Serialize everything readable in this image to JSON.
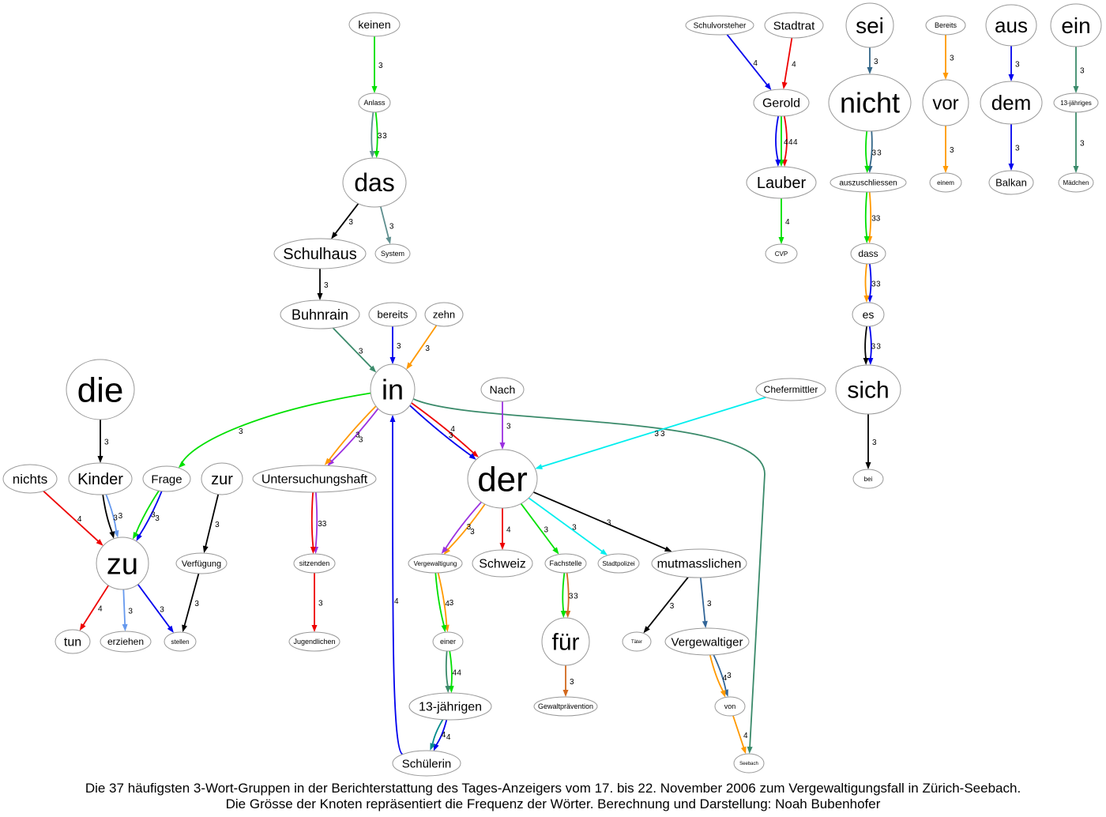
{
  "caption": {
    "line1": "Die 37 häufigsten 3-Wort-Gruppen in der Berichterstattung des Tages-Anzeigers vom 17. bis 22. November 2006 zum Vergewaltigungsfall in Zürich-Seebach.",
    "line2": "Die Grösse der Knoten repräsentiert die Frequenz der Wörter. Berechnung und Darstellung: Noah Bubenhofer"
  },
  "colors": {
    "node_stroke": "#999999",
    "text": "#000000"
  },
  "nodes": [
    "keinen",
    "Anlass",
    "das",
    "Schulhaus",
    "System",
    "Buhnrain",
    "bereits",
    "zehn",
    "in",
    "Nach",
    "Chefermittler",
    "die",
    "Kinder",
    "nichts",
    "Frage",
    "zur",
    "Untersuchungshaft",
    "der",
    "zu",
    "Verfügung",
    "tun",
    "erziehen",
    "stellen",
    "sitzenden",
    "Jugendlichen",
    "Vergewaltigung",
    "Schweiz",
    "Fachstelle",
    "Stadtpolizei",
    "mutmasslichen",
    "einer",
    "für",
    "Täter",
    "Vergewaltiger",
    "13-jährigen",
    "Gewaltprävention",
    "von",
    "Schülerin",
    "Seebach",
    "Schulvorsteher",
    "Stadtrat",
    "Gerold",
    "Lauber",
    "CVP",
    "sei",
    "nicht",
    "auszuschliessen",
    "dass",
    "es",
    "sich",
    "bei",
    "Bereits",
    "vor",
    "einem",
    "aus",
    "dem",
    "Balkan",
    "ein",
    "13-jähriges",
    "Mädchen"
  ],
  "edges": [
    {
      "from": "keinen",
      "to": "Anlass",
      "weight": "3",
      "color": "#00e000"
    },
    {
      "from": "Anlass",
      "to": "das",
      "weight": "3",
      "color": "#00e000"
    },
    {
      "from": "Anlass",
      "to": "das",
      "weight": "3",
      "color": "#5f8f8f"
    },
    {
      "from": "das",
      "to": "Schulhaus",
      "weight": "3",
      "color": "#000000"
    },
    {
      "from": "das",
      "to": "System",
      "weight": "3",
      "color": "#5f8f8f"
    },
    {
      "from": "Schulhaus",
      "to": "Buhnrain",
      "weight": "3",
      "color": "#000000"
    },
    {
      "from": "Buhnrain",
      "to": "in",
      "weight": "3",
      "color": "#3a8a6a"
    },
    {
      "from": "bereits",
      "to": "in",
      "weight": "3",
      "color": "#0000ee"
    },
    {
      "from": "zehn",
      "to": "in",
      "weight": "3",
      "color": "#ff9900"
    },
    {
      "from": "in",
      "to": "Frage",
      "weight": "3",
      "color": "#00e000"
    },
    {
      "from": "in",
      "to": "Untersuchungshaft",
      "weight": "3",
      "color": "#9b30e0"
    },
    {
      "from": "in",
      "to": "Untersuchungshaft",
      "weight": "3",
      "color": "#ff9900"
    },
    {
      "from": "in",
      "to": "der",
      "weight": "4",
      "color": "#ee0000"
    },
    {
      "from": "in",
      "to": "der",
      "weight": "3",
      "color": "#0000ee"
    },
    {
      "from": "in",
      "to": "Seebach",
      "weight": "3",
      "color": "#3a8a6a"
    },
    {
      "from": "Schülerin",
      "to": "in",
      "weight": "4",
      "color": "#0000ee"
    },
    {
      "from": "Nach",
      "to": "der",
      "weight": "3",
      "color": "#9b30e0"
    },
    {
      "from": "Chefermittler",
      "to": "der",
      "weight": "3",
      "color": "#00eeee"
    },
    {
      "from": "die",
      "to": "Kinder",
      "weight": "3",
      "color": "#000000"
    },
    {
      "from": "nichts",
      "to": "zu",
      "weight": "4",
      "color": "#ee0000"
    },
    {
      "from": "Kinder",
      "to": "zu",
      "weight": "3",
      "color": "#6699ee"
    },
    {
      "from": "Kinder",
      "to": "zu",
      "weight": "3",
      "color": "#000000"
    },
    {
      "from": "Frage",
      "to": "zu",
      "weight": "3",
      "color": "#0000ee"
    },
    {
      "from": "Frage",
      "to": "zu",
      "weight": "3",
      "color": "#00e000"
    },
    {
      "from": "zur",
      "to": "Verfügung",
      "weight": "3",
      "color": "#000000"
    },
    {
      "from": "Verfügung",
      "to": "stellen",
      "weight": "3",
      "color": "#000000"
    },
    {
      "from": "zu",
      "to": "tun",
      "weight": "4",
      "color": "#ee0000"
    },
    {
      "from": "zu",
      "to": "erziehen",
      "weight": "3",
      "color": "#6699ee"
    },
    {
      "from": "zu",
      "to": "stellen",
      "weight": "3",
      "color": "#0000ee"
    },
    {
      "from": "Untersuchungshaft",
      "to": "sitzenden",
      "weight": "3",
      "color": "#9b30e0"
    },
    {
      "from": "Untersuchungshaft",
      "to": "sitzenden",
      "weight": "3",
      "color": "#ee0000"
    },
    {
      "from": "sitzenden",
      "to": "Jugendlichen",
      "weight": "3",
      "color": "#ee0000"
    },
    {
      "from": "der",
      "to": "Vergewaltigung",
      "weight": "3",
      "color": "#ff9900"
    },
    {
      "from": "der",
      "to": "Vergewaltigung",
      "weight": "3",
      "color": "#9b30e0"
    },
    {
      "from": "der",
      "to": "Schweiz",
      "weight": "4",
      "color": "#ee0000"
    },
    {
      "from": "der",
      "to": "Fachstelle",
      "weight": "3",
      "color": "#00e000"
    },
    {
      "from": "der",
      "to": "Stadtpolizei",
      "weight": "3",
      "color": "#00eeee"
    },
    {
      "from": "der",
      "to": "mutmasslichen",
      "weight": "3",
      "color": "#000000"
    },
    {
      "from": "Vergewaltigung",
      "to": "einer",
      "weight": "3",
      "color": "#ff9900"
    },
    {
      "from": "Vergewaltigung",
      "to": "einer",
      "weight": "4",
      "color": "#00e000"
    },
    {
      "from": "einer",
      "to": "13-jährigen",
      "weight": "4",
      "color": "#00e000"
    },
    {
      "from": "einer",
      "to": "13-jährigen",
      "weight": "4",
      "color": "#3a8a6a"
    },
    {
      "from": "13-jährigen",
      "to": "Schülerin",
      "weight": "4",
      "color": "#0000ee"
    },
    {
      "from": "13-jährigen",
      "to": "Schülerin",
      "weight": "4",
      "color": "#008b8b"
    },
    {
      "from": "Fachstelle",
      "to": "für",
      "weight": "3",
      "color": "#d2691e"
    },
    {
      "from": "Fachstelle",
      "to": "für",
      "weight": "3",
      "color": "#00e000"
    },
    {
      "from": "für",
      "to": "Gewaltprävention",
      "weight": "3",
      "color": "#d2691e"
    },
    {
      "from": "mutmasslichen",
      "to": "Täter",
      "weight": "3",
      "color": "#000000"
    },
    {
      "from": "mutmasslichen",
      "to": "Vergewaltiger",
      "weight": "3",
      "color": "#336699"
    },
    {
      "from": "Vergewaltiger",
      "to": "von",
      "weight": "3",
      "color": "#336699"
    },
    {
      "from": "Vergewaltiger",
      "to": "von",
      "weight": "4",
      "color": "#ff9900"
    },
    {
      "from": "von",
      "to": "Seebach",
      "weight": "4",
      "color": "#ff9900"
    },
    {
      "from": "Schulvorsteher",
      "to": "Gerold",
      "weight": "4",
      "color": "#0000ee"
    },
    {
      "from": "Stadtrat",
      "to": "Gerold",
      "weight": "4",
      "color": "#ee0000"
    },
    {
      "from": "Gerold",
      "to": "Lauber",
      "weight": "4",
      "color": "#ee0000"
    },
    {
      "from": "Gerold",
      "to": "Lauber",
      "weight": "4",
      "color": "#00e000"
    },
    {
      "from": "Gerold",
      "to": "Lauber",
      "weight": "4",
      "color": "#0000ee"
    },
    {
      "from": "Lauber",
      "to": "CVP",
      "weight": "4",
      "color": "#00e000"
    },
    {
      "from": "sei",
      "to": "nicht",
      "weight": "3",
      "color": "#336688"
    },
    {
      "from": "nicht",
      "to": "auszuschliessen",
      "weight": "3",
      "color": "#336688"
    },
    {
      "from": "nicht",
      "to": "auszuschliessen",
      "weight": "3",
      "color": "#00e000"
    },
    {
      "from": "auszuschliessen",
      "to": "dass",
      "weight": "3",
      "color": "#ff9900"
    },
    {
      "from": "auszuschliessen",
      "to": "dass",
      "weight": "3",
      "color": "#00e000"
    },
    {
      "from": "dass",
      "to": "es",
      "weight": "3",
      "color": "#0000ee"
    },
    {
      "from": "dass",
      "to": "es",
      "weight": "3",
      "color": "#ff9900"
    },
    {
      "from": "es",
      "to": "sich",
      "weight": "3",
      "color": "#0000ee"
    },
    {
      "from": "es",
      "to": "sich",
      "weight": "3",
      "color": "#000000"
    },
    {
      "from": "sich",
      "to": "bei",
      "weight": "3",
      "color": "#000000"
    },
    {
      "from": "Bereits",
      "to": "vor",
      "weight": "3",
      "color": "#ff9900"
    },
    {
      "from": "vor",
      "to": "einem",
      "weight": "3",
      "color": "#ff9900"
    },
    {
      "from": "aus",
      "to": "dem",
      "weight": "3",
      "color": "#0000ee"
    },
    {
      "from": "dem",
      "to": "Balkan",
      "weight": "3",
      "color": "#0000ee"
    },
    {
      "from": "ein",
      "to": "13-jähriges",
      "weight": "3",
      "color": "#3a8a6a"
    },
    {
      "from": "13-jähriges",
      "to": "Mädchen",
      "weight": "3",
      "color": "#3a8a6a"
    }
  ]
}
